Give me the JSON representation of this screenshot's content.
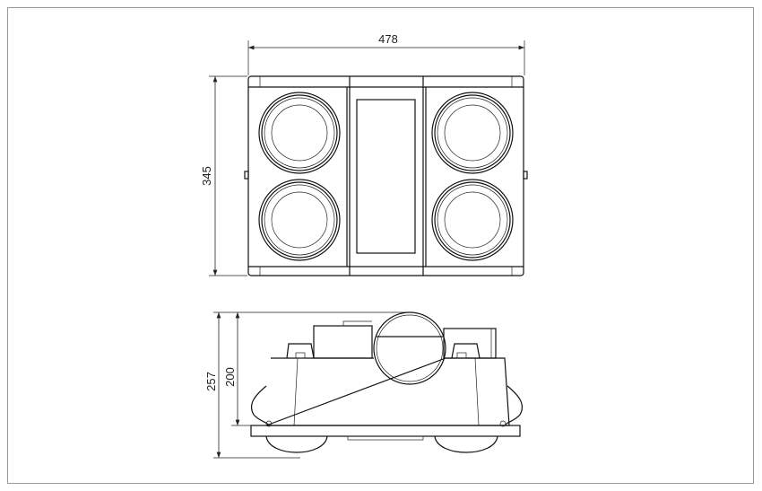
{
  "drawing": {
    "top_view": {
      "width_dimension": "478",
      "height_dimension": "345"
    },
    "side_view": {
      "total_height_dimension": "257",
      "body_height_dimension": "200"
    }
  }
}
